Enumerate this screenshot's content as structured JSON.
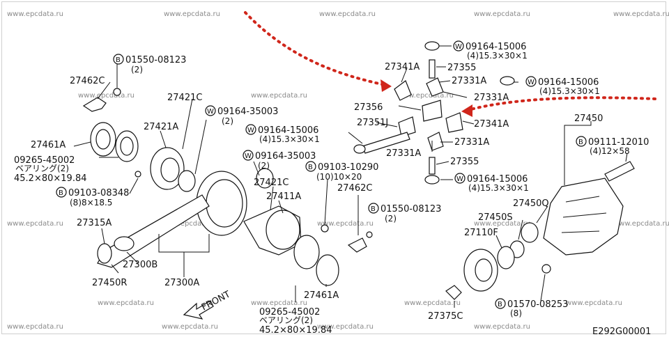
{
  "diagram_code": "E292G00001",
  "watermark": "www.epcdata.ru",
  "front_label": "FRONT",
  "callouts": [
    {
      "id": "c01",
      "prefix": "B",
      "text": "01550-08123",
      "sub": "(2)"
    },
    {
      "id": "c02",
      "prefix": "",
      "text": "27462C",
      "sub": ""
    },
    {
      "id": "c03",
      "prefix": "",
      "text": "27421C",
      "sub": ""
    },
    {
      "id": "c04",
      "prefix": "W",
      "text": "09164-35003",
      "sub": "(2)"
    },
    {
      "id": "c05",
      "prefix": "",
      "text": "27421A",
      "sub": ""
    },
    {
      "id": "c06",
      "prefix": "",
      "text": "27461A",
      "sub": ""
    },
    {
      "id": "c07",
      "prefix": "",
      "text": "09265-45002",
      "sub": "ベアリング(2)",
      "sub2": "45.2×80×19.84"
    },
    {
      "id": "c08",
      "prefix": "B",
      "text": "09103-08348",
      "sub": "(8)8×18.5"
    },
    {
      "id": "c09",
      "prefix": "",
      "text": "27315A",
      "sub": ""
    },
    {
      "id": "c10",
      "prefix": "",
      "text": "27300B",
      "sub": ""
    },
    {
      "id": "c11",
      "prefix": "",
      "text": "27450R",
      "sub": ""
    },
    {
      "id": "c12",
      "prefix": "",
      "text": "27300A",
      "sub": ""
    },
    {
      "id": "c13",
      "prefix": "W",
      "text": "09164-35003",
      "sub": "(2)"
    },
    {
      "id": "c14",
      "prefix": "",
      "text": "27421C",
      "sub": ""
    },
    {
      "id": "c15",
      "prefix": "",
      "text": "27411A",
      "sub": ""
    },
    {
      "id": "c16",
      "prefix": "B",
      "text": "09103-10290",
      "sub": "(10)10×20"
    },
    {
      "id": "c17",
      "prefix": "",
      "text": "27462C",
      "sub": ""
    },
    {
      "id": "c18",
      "prefix": "B",
      "text": "01550-08123",
      "sub": "(2)"
    },
    {
      "id": "c19",
      "prefix": "",
      "text": "27461A",
      "sub": ""
    },
    {
      "id": "c20",
      "prefix": "",
      "text": "09265-45002",
      "sub": "ベアリング(2)",
      "sub2": "45.2×80×19.84"
    },
    {
      "id": "c21",
      "prefix": "W",
      "text": "09164-15006",
      "sub": "(4)15.3×30×1"
    },
    {
      "id": "c22",
      "prefix": "",
      "text": "27341A",
      "sub": ""
    },
    {
      "id": "c23",
      "prefix": "",
      "text": "27355",
      "sub": ""
    },
    {
      "id": "c24",
      "prefix": "",
      "text": "27331A",
      "sub": ""
    },
    {
      "id": "c25",
      "prefix": "W",
      "text": "09164-15006",
      "sub": "(4)15.3×30×1"
    },
    {
      "id": "c26",
      "prefix": "",
      "text": "27331A",
      "sub": ""
    },
    {
      "id": "c27",
      "prefix": "",
      "text": "27356",
      "sub": ""
    },
    {
      "id": "c28",
      "prefix": "",
      "text": "27351J",
      "sub": ""
    },
    {
      "id": "c29",
      "prefix": "",
      "text": "27341A",
      "sub": ""
    },
    {
      "id": "c30",
      "prefix": "W",
      "text": "09164-15006",
      "sub": "(4)15.3×30×1"
    },
    {
      "id": "c31",
      "prefix": "",
      "text": "27331A",
      "sub": ""
    },
    {
      "id": "c32",
      "prefix": "",
      "text": "27331A",
      "sub": ""
    },
    {
      "id": "c33",
      "prefix": "",
      "text": "27355",
      "sub": ""
    },
    {
      "id": "c34",
      "prefix": "W",
      "text": "09164-15006",
      "sub": "(4)15.3×30×1"
    },
    {
      "id": "c35",
      "prefix": "",
      "text": "27450",
      "sub": ""
    },
    {
      "id": "c36",
      "prefix": "B",
      "text": "09111-12010",
      "sub": "(4)12×58"
    },
    {
      "id": "c37",
      "prefix": "",
      "text": "27450Q",
      "sub": ""
    },
    {
      "id": "c38",
      "prefix": "",
      "text": "27450S",
      "sub": ""
    },
    {
      "id": "c39",
      "prefix": "",
      "text": "27110F",
      "sub": ""
    },
    {
      "id": "c40",
      "prefix": "B",
      "text": "01570-08253",
      "sub": "(8)"
    },
    {
      "id": "c41",
      "prefix": "",
      "text": "27375C",
      "sub": ""
    }
  ]
}
